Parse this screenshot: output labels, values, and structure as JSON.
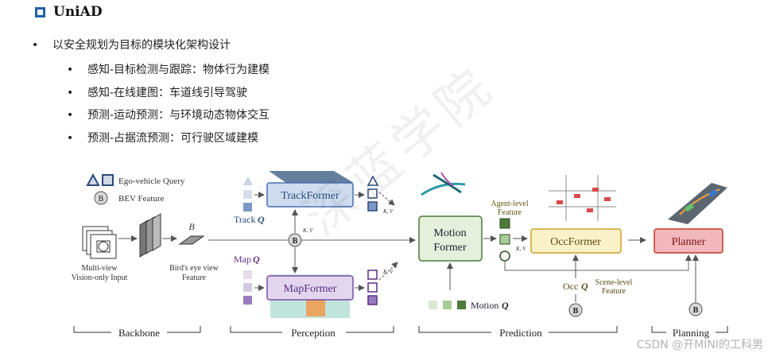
{
  "title": "UniAD",
  "bullet_main": "以安全规划为目标的模块化架构设计",
  "sub_bullets": [
    "感知-目标检测与跟踪：物体行为建模",
    "感知-在线建图：车道线引导驾驶",
    "预测-运动预测：与环境动态物体交互",
    "预测-占据流预测：可行驶区域建模"
  ],
  "watermark": "深蓝学院",
  "csdn": "CSDN @开MINI的工科男",
  "diagram": {
    "legend_query": "Ego-vehicle Query",
    "legend_bev": "BEV Feature",
    "b_symbol": "B",
    "input_label_1": "Multi-view",
    "input_label_2": "Vision-only Input",
    "bev_label_1": "Bird's eye view",
    "bev_label_2": "Feature",
    "track_former": "TrackFormer",
    "map_former": "MapFormer",
    "motion_former_1": "Motion",
    "motion_former_2": "Former",
    "occ_former": "OccFormer",
    "planner": "Planner",
    "track_q": "Track",
    "map_q": "Map",
    "motion_q": "Motion",
    "occ_q": "Occ",
    "q_symbol": "Q",
    "kv": "K, V",
    "agent_level_1": "Agent-level",
    "agent_level_2": "Feature",
    "scene_level_1": "Scene-level",
    "scene_level_2": "Feature",
    "stage_backbone": "Backbone",
    "stage_perception": "Perception",
    "stage_prediction": "Prediction",
    "stage_planning": "Planning"
  },
  "colors": {
    "title_box": "#1f5fa8",
    "track": "#4a6fb0",
    "map": "#7a4fa3",
    "motion": "#4e7a3a",
    "occ": "#c9a227",
    "planner": "#c0392b"
  }
}
